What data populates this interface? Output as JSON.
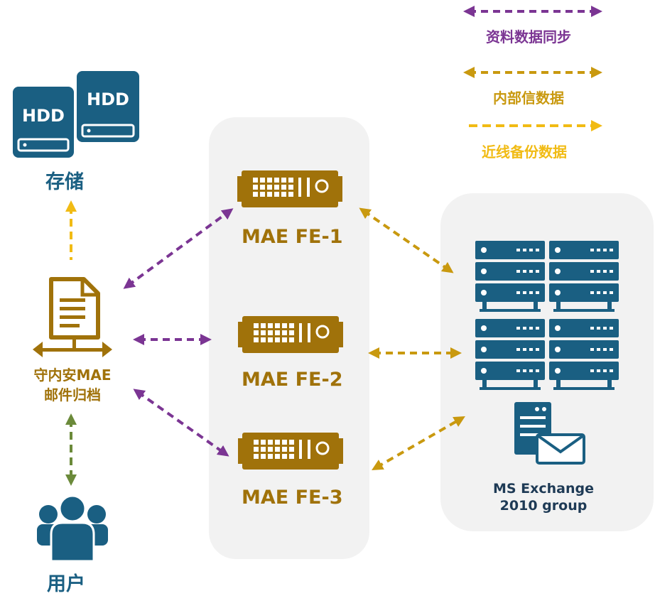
{
  "legend": [
    {
      "label": "资料数据同步",
      "color": "#7b3593"
    },
    {
      "label": "内部信数据",
      "color": "#c9990f"
    },
    {
      "label": "近线备份数据",
      "color": "#f1bb14"
    }
  ],
  "storage": {
    "disk_label": "HDD",
    "label": "存储"
  },
  "archive": {
    "line1": "守内安MAE",
    "line2": "邮件归档"
  },
  "users": {
    "label": "用户"
  },
  "front_ends": [
    {
      "label": "MAE FE-1"
    },
    {
      "label": "MAE FE-2"
    },
    {
      "label": "MAE FE-3"
    }
  ],
  "exchange": {
    "line1": "MS Exchange",
    "line2": "2010 group"
  },
  "colors": {
    "purple": "#7b3593",
    "gold": "#c9990f",
    "yellow": "#f1bb14",
    "green": "#6b8a3a",
    "blue": "#1a5f82",
    "brown": "#a0720a",
    "panel": "#f2f2f2"
  }
}
